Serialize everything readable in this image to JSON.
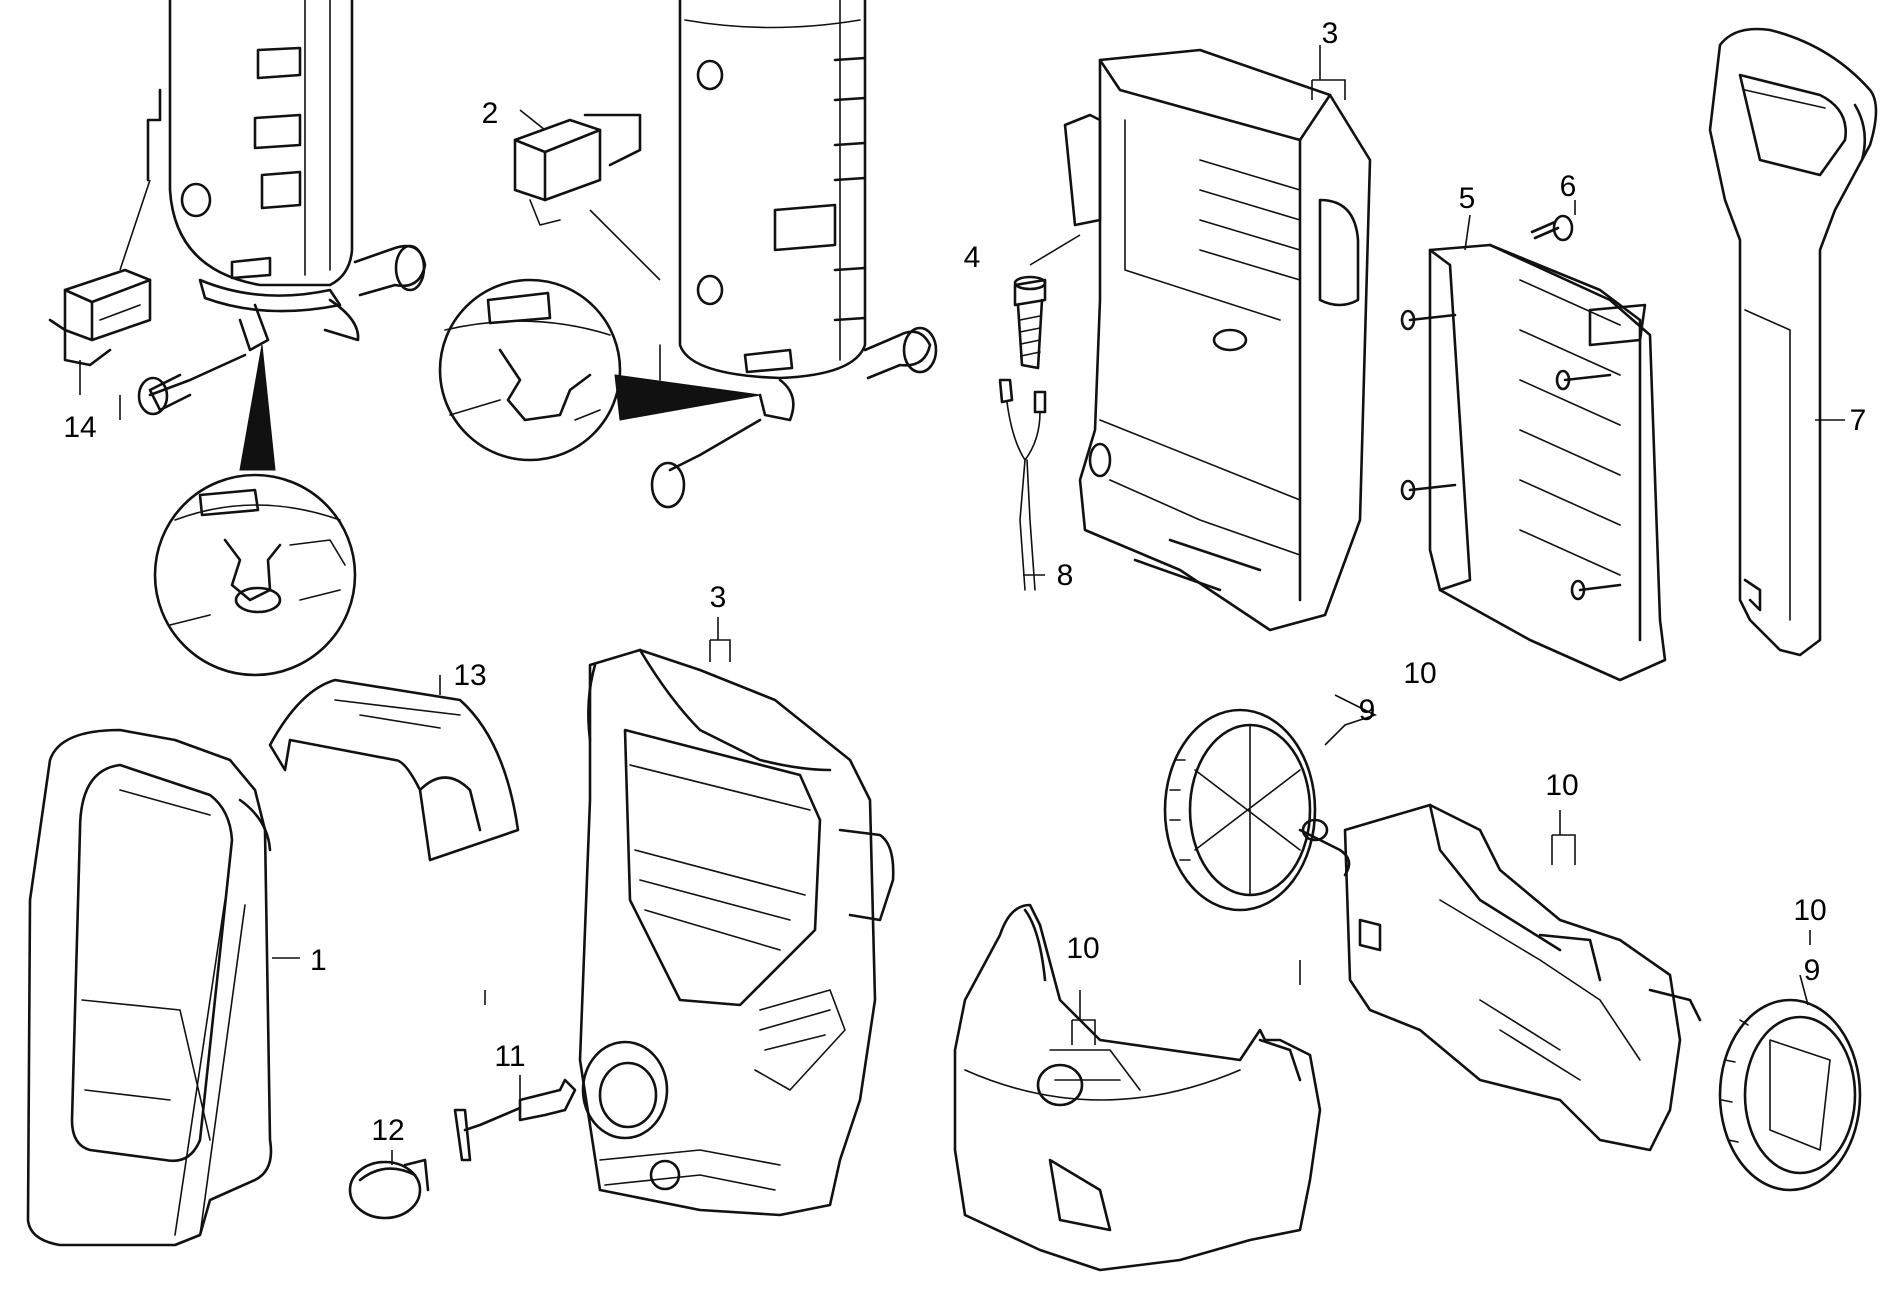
{
  "diagram": {
    "type": "exploded-parts-view",
    "labels": {
      "l1": "1",
      "l2": "2",
      "l3a": "3",
      "l3b": "3",
      "l4": "4",
      "l5": "5",
      "l6": "6",
      "l7": "7",
      "l8": "8",
      "l9a": "9",
      "l9b": "9",
      "l10a": "10",
      "l10b": "10",
      "l10c": "10",
      "l10d": "10",
      "l11": "11",
      "l12": "12",
      "l13": "13",
      "l14": "14"
    }
  }
}
